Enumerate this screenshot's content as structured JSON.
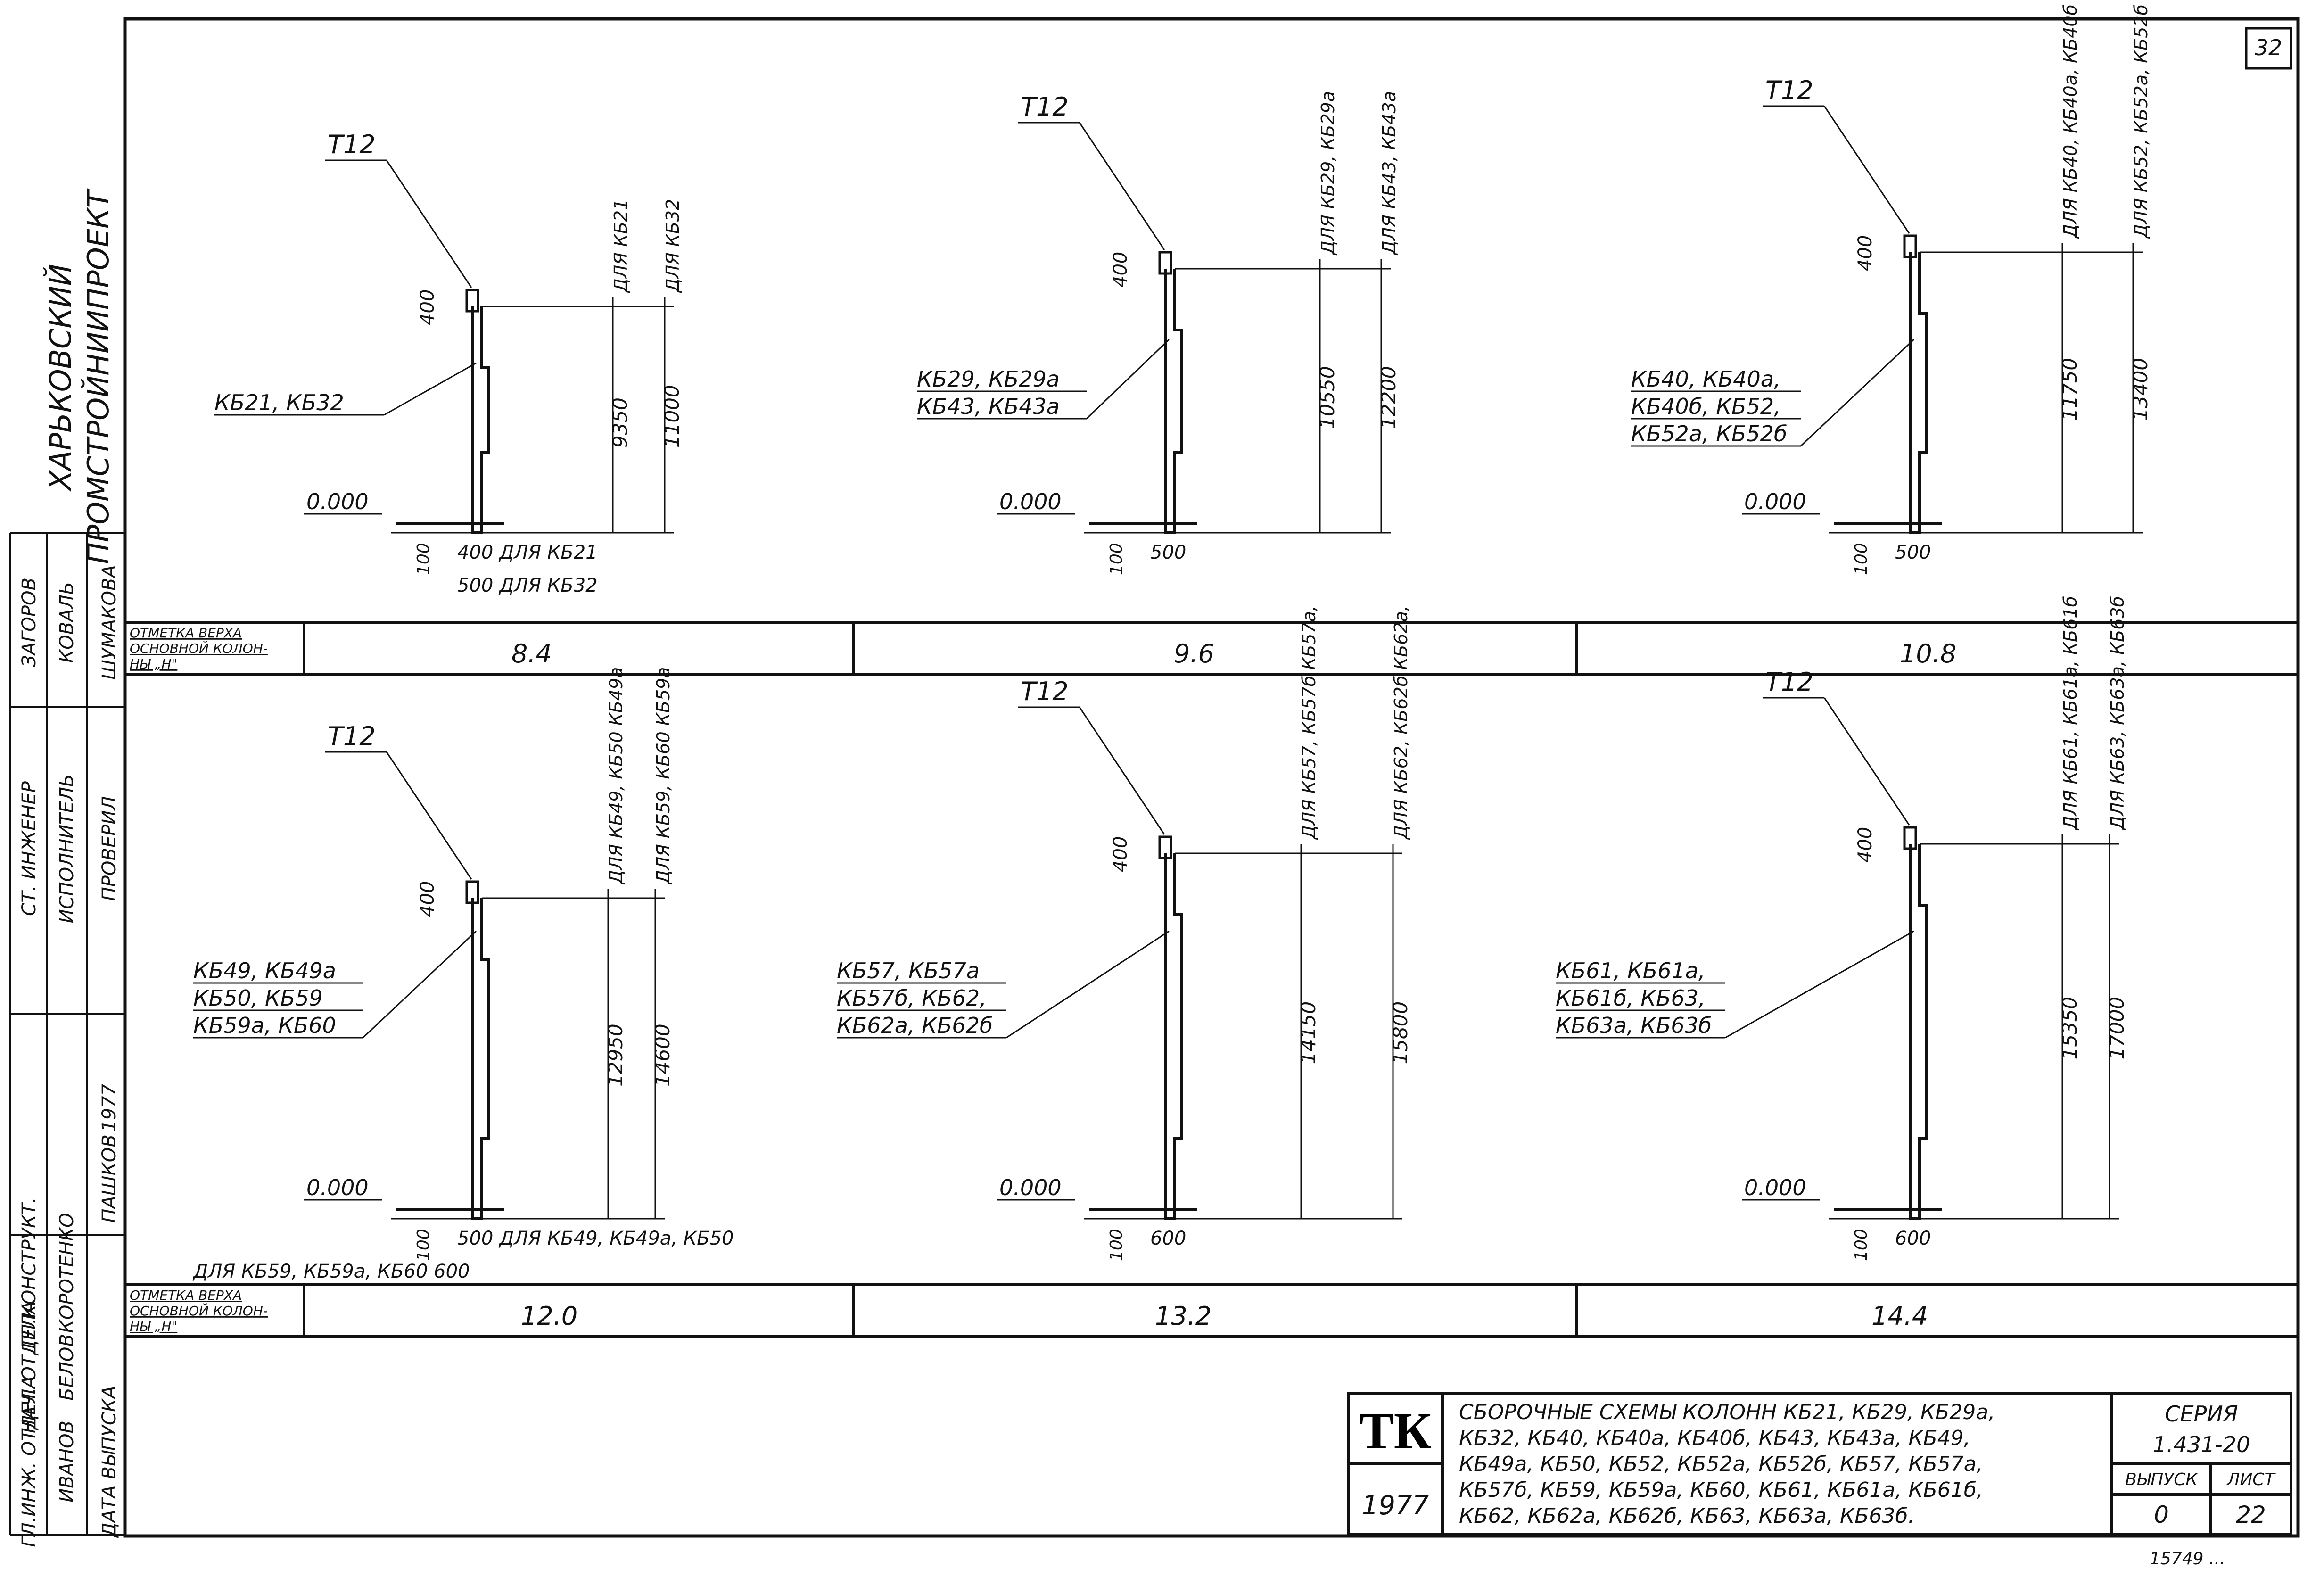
{
  "sheet_corner_number": "32",
  "organization": [
    "ХАРЬКОВСКИЙ",
    "ПРОМСТРОЙНИИПРОЕКТ"
  ],
  "signature_block": {
    "roles": [
      "ГЛ.ИНЖ. ОТДЕЛА",
      "НАЧ. ОТДЕЛА",
      "ГЛ.КОНСТРУКТ.",
      "ДАТА ВЫПУСКА"
    ],
    "persons": [
      "ИВАНОВ",
      "БЕЛОВ",
      "КОРОТЕНКО",
      "ПАШКОВ"
    ],
    "inner_roles": [
      "СТ. ИНЖЕНЕР",
      "ИСПОЛНИТЕЛЬ",
      "ПРОВЕРИЛ"
    ],
    "inner_persons": [
      "ЗАГОРОВ",
      "КОВАЛЬ",
      "ШУМАКОВА"
    ],
    "year": "1977"
  },
  "row_label_lines": [
    "ОТМЕТКА ВЕРХА",
    "ОСНОВНОЙ КОЛОН-",
    "НЫ „Н\""
  ],
  "columns": [
    {
      "top_mark": "8.4",
      "t12": "Т12",
      "dim_400": "400",
      "dims": [
        "9350",
        "11000"
      ],
      "dim_labels": [
        "ДЛЯ КБ21",
        "ДЛЯ КБ32"
      ],
      "zero": "0.000",
      "dim_100": "100",
      "bottom_dims": [
        "400 ДЛЯ КБ21",
        "500 ДЛЯ КБ32"
      ],
      "names": [
        "КБ21, КБ32"
      ]
    },
    {
      "top_mark": "9.6",
      "t12": "Т12",
      "dim_400": "400",
      "dims": [
        "10550",
        "12200"
      ],
      "dim_labels": [
        "ДЛЯ КБ29, КБ29а",
        "ДЛЯ КБ43, КБ43а"
      ],
      "zero": "0.000",
      "dim_100": "100",
      "bottom_dims": [
        "500"
      ],
      "names": [
        "КБ29, КБ29а",
        "КБ43, КБ43а"
      ]
    },
    {
      "top_mark": "10.8",
      "t12": "Т12",
      "dim_400": "400",
      "dims": [
        "11750",
        "13400"
      ],
      "dim_labels": [
        "ДЛЯ КБ40, КБ40а, КБ40б",
        "ДЛЯ КБ52, КБ52а, КБ52б"
      ],
      "zero": "0.000",
      "dim_100": "100",
      "bottom_dims": [
        "500"
      ],
      "names": [
        "КБ40, КБ40а,",
        "КБ40б, КБ52,",
        "КБ52а, КБ52б"
      ]
    },
    {
      "top_mark": "12.0",
      "t12": "Т12",
      "dim_400": "400",
      "dims": [
        "12950",
        "14600"
      ],
      "dim_labels": [
        "ДЛЯ КБ49, КБ50 КБ49а",
        "ДЛЯ КБ59, КБ60 КБ59а"
      ],
      "zero": "0.000",
      "dim_100": "100",
      "bottom_dims": [
        "500 ДЛЯ КБ49, КБ49а, КБ50",
        "ДЛЯ КБ59, КБ59а, КБ60 600"
      ],
      "names": [
        "КБ49, КБ49а",
        "КБ50, КБ59",
        "КБ59а, КБ60"
      ]
    },
    {
      "top_mark": "13.2",
      "t12": "Т12",
      "dim_400": "400",
      "dims": [
        "14150",
        "15800"
      ],
      "dim_labels": [
        "ДЛЯ КБ57, КБ57б КБ57а,",
        "ДЛЯ КБ62, КБ62б КБ62а,"
      ],
      "zero": "0.000",
      "dim_100": "100",
      "bottom_dims": [
        "600"
      ],
      "names": [
        "КБ57, КБ57а",
        "КБ57б, КБ62,",
        "КБ62а, КБ62б"
      ]
    },
    {
      "top_mark": "14.4",
      "t12": "Т12",
      "dim_400": "400",
      "dims": [
        "15350",
        "17000"
      ],
      "dim_labels": [
        "ДЛЯ КБ61, КБ61а, КБ61б",
        "ДЛЯ КБ63, КБ63а, КБ63б"
      ],
      "zero": "0.000",
      "dim_100": "100",
      "bottom_dims": [
        "600"
      ],
      "names": [
        "КБ61, КБ61а,",
        "КБ61б, КБ63,",
        "КБ63а, КБ63б"
      ]
    }
  ],
  "title_block": {
    "logo": "ТК",
    "year": "1977",
    "title_lines": [
      "СБОРОЧНЫЕ СХЕМЫ КОЛОНН КБ21, КБ29, КБ29а,",
      "КБ32, КБ40, КБ40а, КБ40б, КБ43, КБ43а, КБ49,",
      "КБ49а, КБ50, КБ52, КБ52а, КБ52б, КБ57, КБ57а,",
      "КБ57б, КБ59, КБ59а, КБ60, КБ61, КБ61а, КБ61б,",
      "КБ62, КБ62а, КБ62б, КБ63, КБ63а, КБ63б."
    ],
    "series_label": "СЕРИЯ",
    "series_value": "1.431-20",
    "issue_label": "ВЫПУСК",
    "issue_value": "0",
    "sheet_label": "ЛИСТ",
    "sheet_value": "22"
  },
  "footer_stamp": "15749 ..."
}
